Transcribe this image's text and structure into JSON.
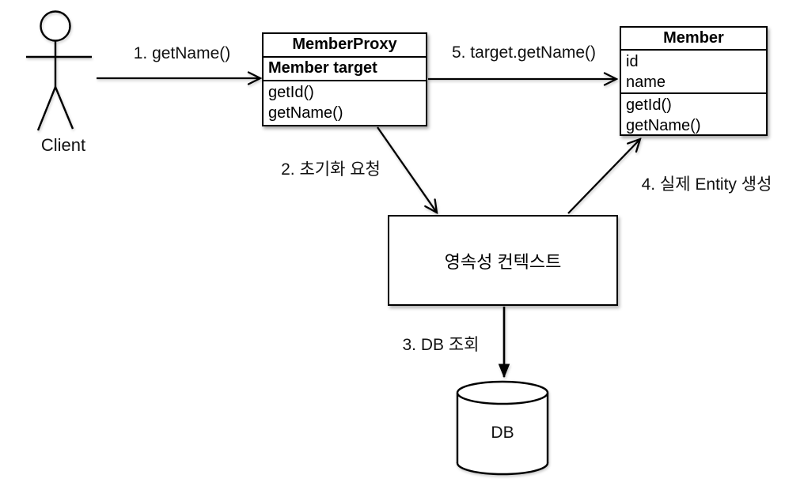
{
  "actor": {
    "label": "Client"
  },
  "classes": {
    "member_proxy": {
      "title": "MemberProxy",
      "field": "Member target",
      "methods": [
        "getId()",
        "getName()"
      ]
    },
    "member": {
      "title": "Member",
      "attributes": [
        "id",
        "name"
      ],
      "methods": [
        "getId()",
        "getName()"
      ]
    }
  },
  "persistence_context": {
    "label": "영속성 컨텍스트"
  },
  "database": {
    "label": "DB"
  },
  "arrows": [
    {
      "id": 1,
      "label": "1. getName()",
      "from": "Client",
      "to": "MemberProxy",
      "head": "open"
    },
    {
      "id": 2,
      "label": "2. 초기화 요청",
      "from": "MemberProxy",
      "to": "영속성 컨텍스트",
      "head": "open"
    },
    {
      "id": 3,
      "label": "3. DB 조회",
      "from": "영속성 컨텍스트",
      "to": "DB",
      "head": "solid"
    },
    {
      "id": 4,
      "label": "4. 실제 Entity 생성",
      "from": "영속성 컨텍스트",
      "to": "Member",
      "head": "open"
    },
    {
      "id": 5,
      "label": "5. target.getName()",
      "from": "MemberProxy",
      "to": "Member",
      "head": "open"
    }
  ],
  "colors": {
    "line": "#000000",
    "background": "#ffffff"
  }
}
